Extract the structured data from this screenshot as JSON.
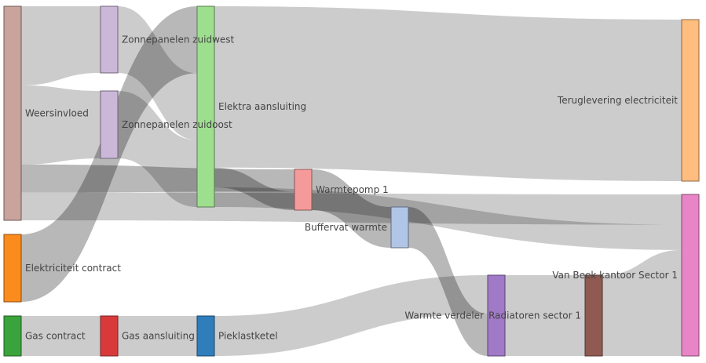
{
  "chart_data": {
    "type": "sankey",
    "nodes": [
      {
        "id": "weer",
        "label": "Weersinvloed",
        "color": "#c8a49c"
      },
      {
        "id": "elcon",
        "label": "Elektriciteit contract",
        "color": "#fb8b1c"
      },
      {
        "id": "gascon",
        "label": "Gas contract",
        "color": "#3ba33b"
      },
      {
        "id": "zw",
        "label": "Zonnepanelen zuidwest",
        "color": "#cbb8d8"
      },
      {
        "id": "zo",
        "label": "Zonnepanelen zuidoost",
        "color": "#cbb8d8"
      },
      {
        "id": "gasaan",
        "label": "Gas aansluiting",
        "color": "#d83a3b"
      },
      {
        "id": "elaan",
        "label": "Elektra aansluiting",
        "color": "#9ddf8f"
      },
      {
        "id": "piek",
        "label": "Pieklastketel",
        "color": "#2f7dbb"
      },
      {
        "id": "wp",
        "label": "Warmtepomp 1",
        "color": "#f59a9a"
      },
      {
        "id": "buf",
        "label": "Buffervat warmte",
        "color": "#b1c5e6"
      },
      {
        "id": "wv",
        "label": "Warmte verdeler",
        "color": "#a07ac6"
      },
      {
        "id": "rad",
        "label": "Radiatoren sector 1",
        "color": "#8f5a51"
      },
      {
        "id": "terug",
        "label": "Teruglevering electriciteit",
        "color": "#ffbd7f"
      },
      {
        "id": "vb",
        "label": "Van Beek kantoor Sector 1",
        "color": "#e885c6"
      }
    ],
    "links": [
      {
        "source": "weer",
        "target": "zw",
        "value": 85
      },
      {
        "source": "weer",
        "target": "zo",
        "value": 85
      },
      {
        "source": "weer",
        "target": "wp",
        "value": 30
      },
      {
        "source": "weer",
        "target": "vb",
        "value": 30
      },
      {
        "source": "elcon",
        "target": "elaan",
        "value": 85
      },
      {
        "source": "gascon",
        "target": "gasaan",
        "value": 50
      },
      {
        "source": "zw",
        "target": "elaan",
        "value": 85
      },
      {
        "source": "zo",
        "target": "elaan",
        "value": 85
      },
      {
        "source": "gasaan",
        "target": "piek",
        "value": 50
      },
      {
        "source": "elaan",
        "target": "terug",
        "value": 205
      },
      {
        "source": "elaan",
        "target": "wp",
        "value": 25
      },
      {
        "source": "elaan",
        "target": "vb",
        "value": 25
      },
      {
        "source": "piek",
        "target": "wv",
        "value": 50
      },
      {
        "source": "wp",
        "target": "buf",
        "value": 55
      },
      {
        "source": "buf",
        "target": "wv",
        "value": 55
      },
      {
        "source": "wv",
        "target": "rad",
        "value": 105
      },
      {
        "source": "rad",
        "target": "vb",
        "value": 105
      }
    ]
  }
}
